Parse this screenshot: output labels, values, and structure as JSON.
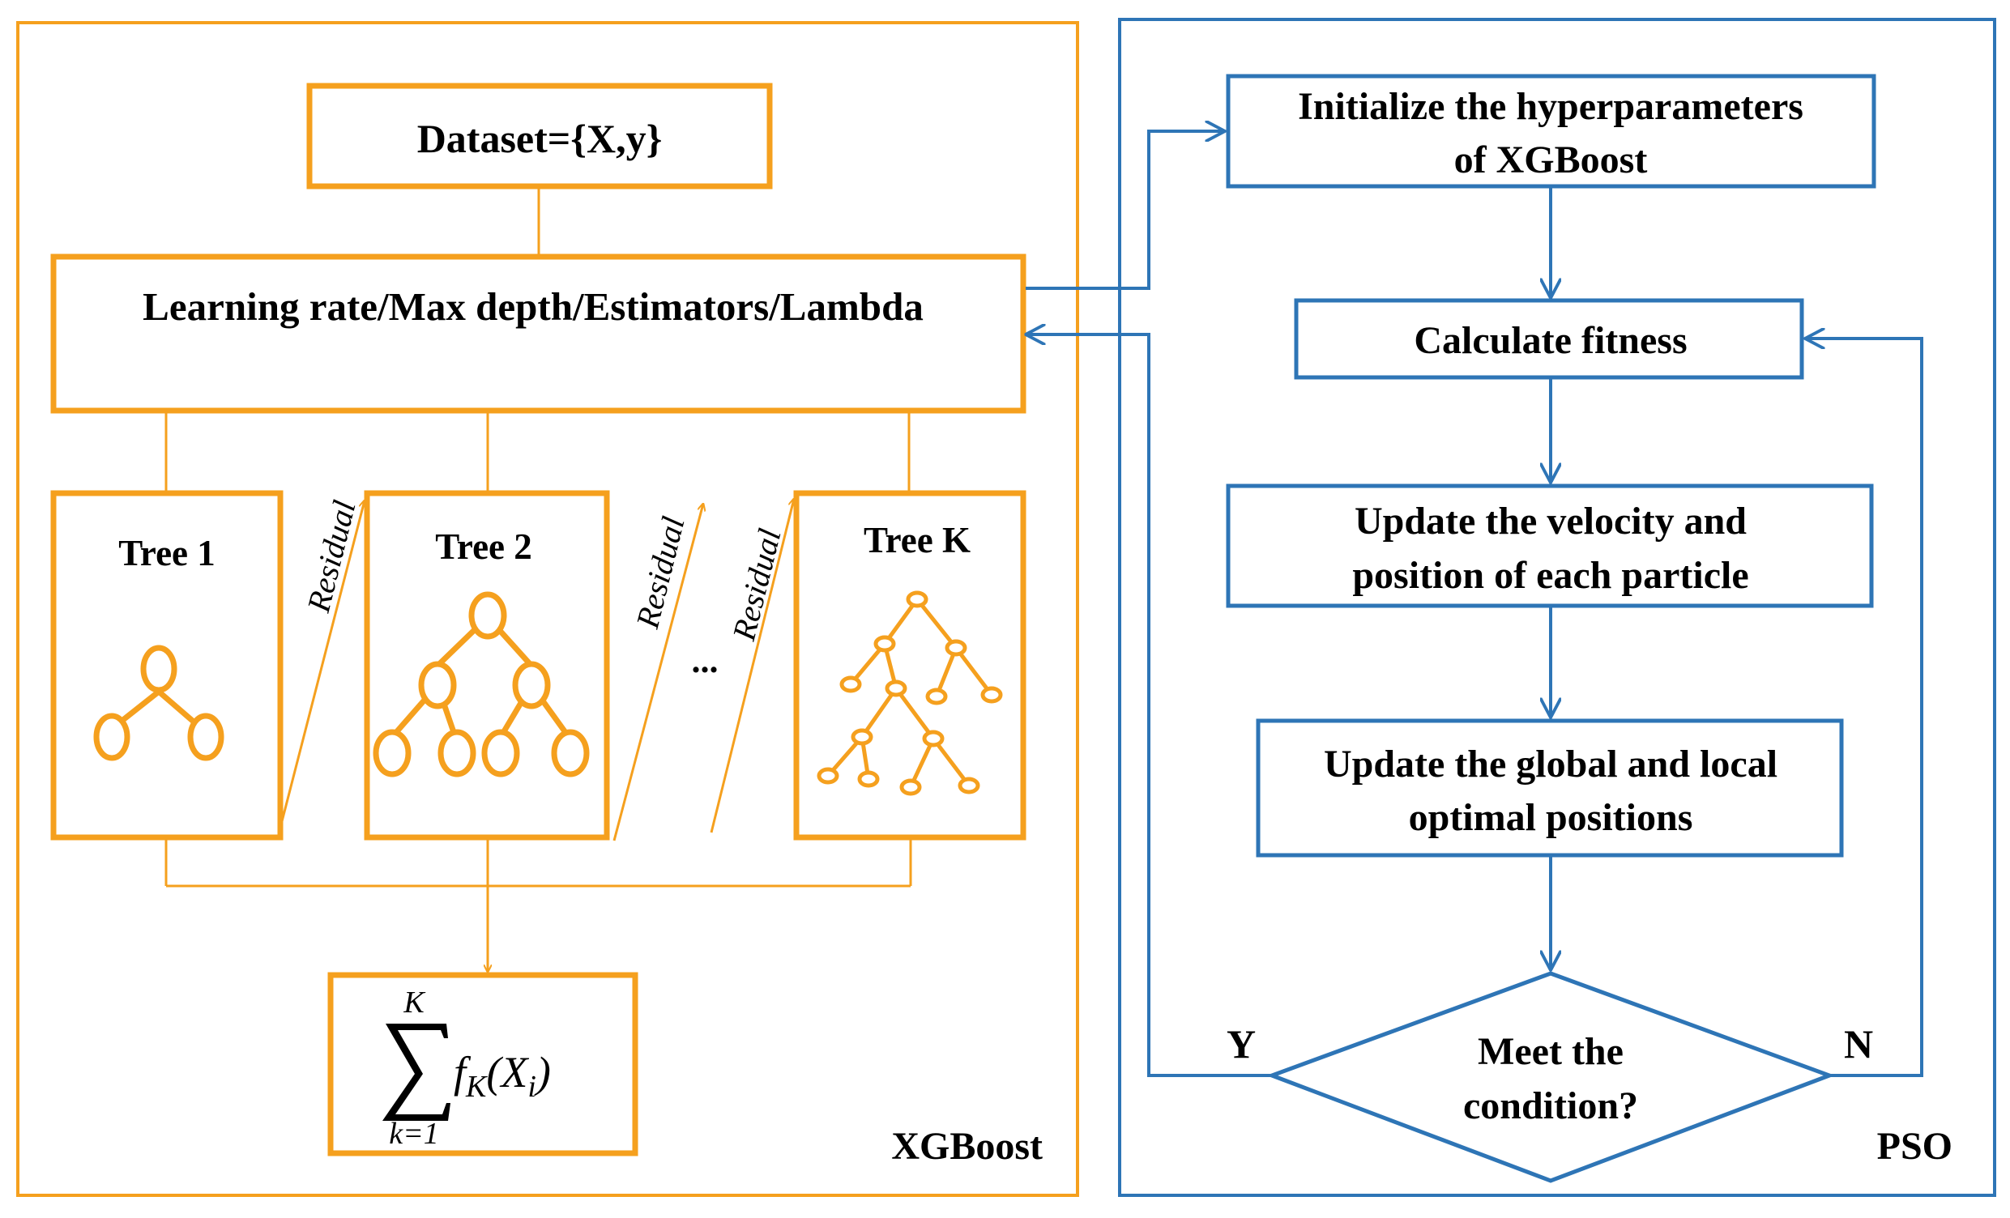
{
  "colors": {
    "xgboost": "#F5A01E",
    "pso": "#2E75B6",
    "text": "#000000"
  },
  "xgboost": {
    "panel_label": "XGBoost",
    "dataset": "Dataset={X,y}",
    "params": "Learning rate/Max depth/Estimators/Lambda",
    "trees": [
      "Tree 1",
      "Tree 2",
      "Tree K"
    ],
    "residual": "Residual",
    "ellipsis": "...",
    "sum": {
      "upper": "K",
      "lower": "k=1",
      "term_f": "f",
      "term_sub": "K",
      "term_open": "(X",
      "term_sub2": "i",
      "term_close": ")"
    }
  },
  "pso": {
    "panel_label": "PSO",
    "init": [
      "Initialize the hyperparameters",
      "of XGBoost"
    ],
    "fitness": "Calculate fitness",
    "update_velocity": [
      "Update the velocity and",
      "position of each particle"
    ],
    "update_global": [
      "Update the global and local",
      "optimal positions"
    ],
    "condition": [
      "Meet the",
      "condition?"
    ],
    "yes": "Y",
    "no": "N"
  }
}
